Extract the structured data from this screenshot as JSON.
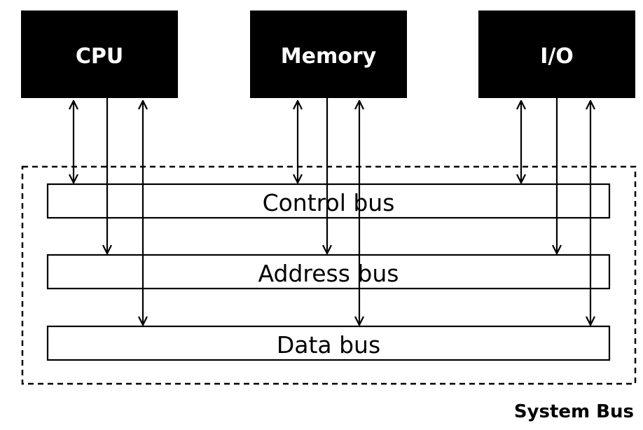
{
  "components": {
    "cpu": {
      "label": "CPU"
    },
    "memory": {
      "label": "Memory"
    },
    "io": {
      "label": "I/O"
    }
  },
  "buses": {
    "control": {
      "label": "Control bus"
    },
    "address": {
      "label": "Address bus"
    },
    "data": {
      "label": "Data bus"
    }
  },
  "caption": "System Bus",
  "colors": {
    "block_fill": "#000000",
    "block_text": "#ffffff",
    "line": "#000000",
    "background": "#ffffff"
  }
}
